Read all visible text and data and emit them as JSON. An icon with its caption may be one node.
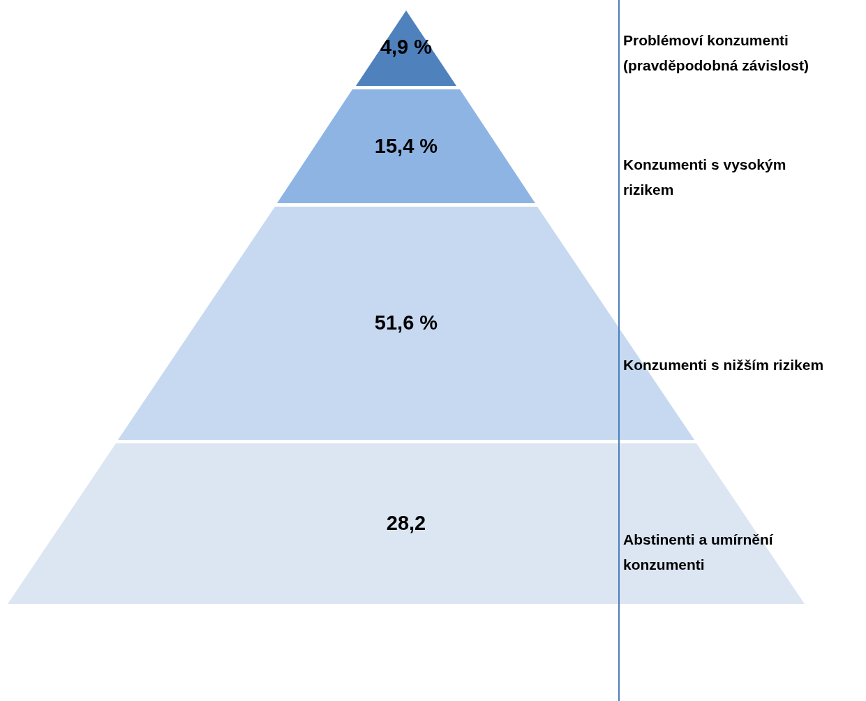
{
  "diagram": {
    "nodes": [
      {
        "text": [
          "4,9 %"
        ]
      },
      {
        "text": [
          "15,4 %"
        ]
      },
      {
        "text": [
          "51,6 %"
        ]
      },
      {
        "text": [
          "28,2"
        ]
      }
    ],
    "labels": [
      "Problémoví konzumenti (pravděpodobná závislost)",
      "Konzumenti s vysokým rizikem",
      "Konzumenti s nižším rizikem",
      "Abstinenti a umírnění konzumenti"
    ]
  }
}
